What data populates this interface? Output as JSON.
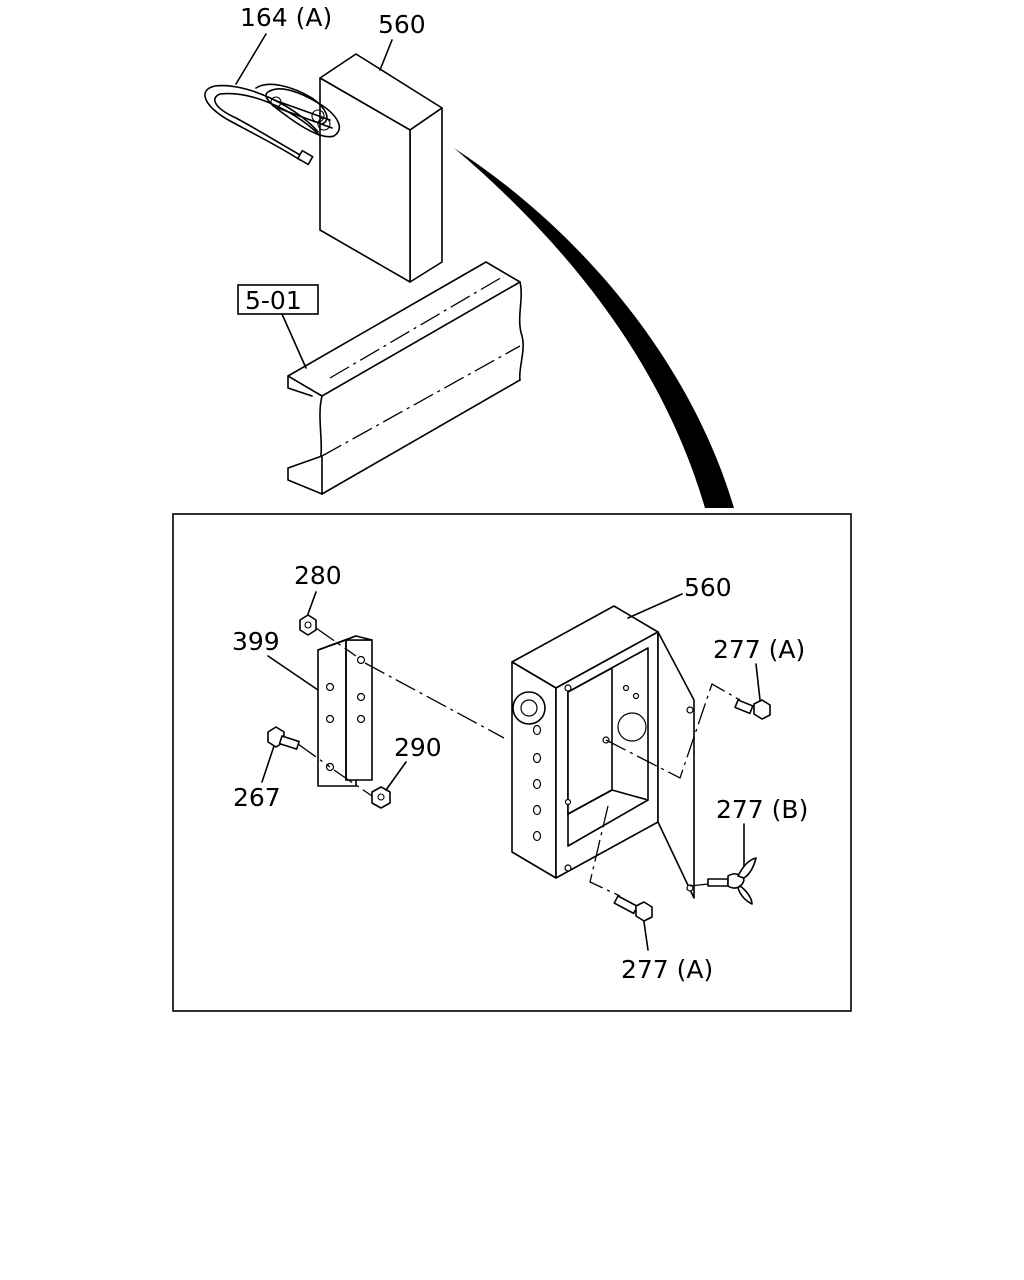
{
  "diagram": {
    "callouts": {
      "wire_harness": "164 (A)",
      "box_upper": "560",
      "frame_ref": "5-01",
      "nut_280": "280",
      "bracket_399": "399",
      "box_detail": "560",
      "bolt_277a_top": "277 (A)",
      "nut_290": "290",
      "bolt_267": "267",
      "wingbolt_277b": "277 (B)",
      "bolt_277a_bottom": "277 (A)"
    }
  }
}
